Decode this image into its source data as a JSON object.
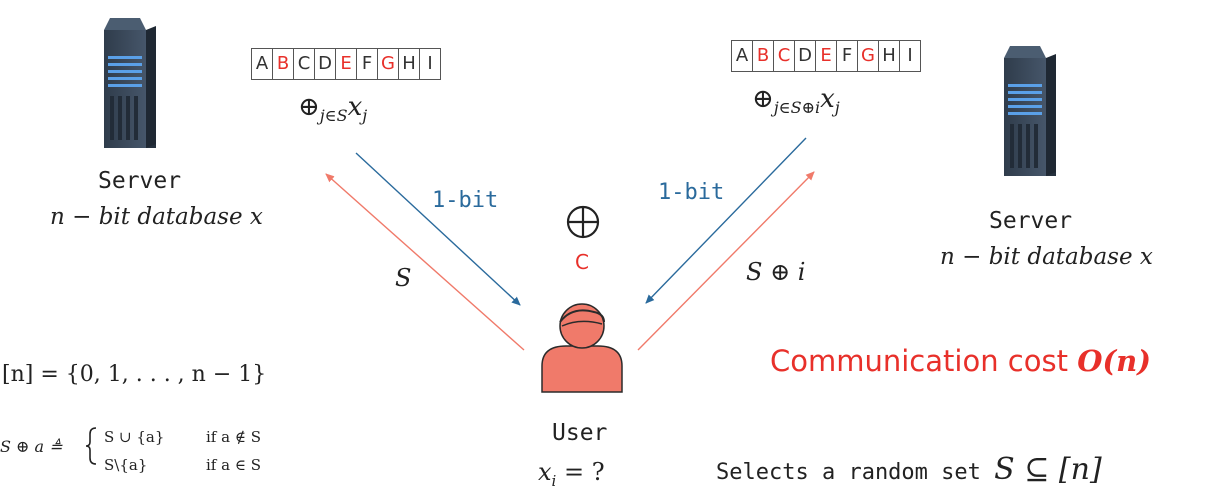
{
  "left_server": {
    "label": "Server",
    "db_label": "n − bit database x",
    "icon": "server-icon"
  },
  "right_server": {
    "label": "Server",
    "db_label": "n − bit database x",
    "icon": "server-icon"
  },
  "left_database": {
    "cells": [
      "A",
      "B",
      "C",
      "D",
      "E",
      "F",
      "G",
      "H",
      "I"
    ],
    "highlighted": [
      false,
      true,
      false,
      false,
      true,
      false,
      true,
      false,
      false
    ],
    "xor_expression": "⊕",
    "xor_subscript": "j∈S",
    "xor_var": "x",
    "xor_var_sub": "j"
  },
  "right_database": {
    "cells": [
      "A",
      "B",
      "C",
      "D",
      "E",
      "F",
      "G",
      "H",
      "I"
    ],
    "highlighted": [
      false,
      true,
      true,
      false,
      true,
      false,
      true,
      false,
      false
    ],
    "xor_expression": "⊕",
    "xor_subscript": "j∈S⊕i",
    "xor_var": "x",
    "xor_var_sub": "j"
  },
  "arrows": {
    "left_response_label": "1-bit",
    "right_response_label": "1-bit",
    "left_query_label": "S",
    "right_query_label": "S ⊕ i"
  },
  "combine": {
    "symbol": "⊕",
    "label": "C"
  },
  "user": {
    "label": "User",
    "query": "x",
    "query_sub": "i",
    "query_rest": " = ?",
    "icon": "user-icon"
  },
  "notes": {
    "range_def": "[n] = {0, 1, . . . , n − 1}",
    "xor_def_left": "S ⊕ a ≜",
    "case1_expr": "S ∪ {a}",
    "case1_cond": "if a ∉ S",
    "case2_expr": "S\\{a}",
    "case2_cond": "if a ∈ S",
    "cost_prefix": "Communication cost ",
    "cost_value": "O(n)",
    "selects_prefix": "Selects a random set ",
    "selects_math": "S ⊆ [n]"
  },
  "colors": {
    "blue_arrow": "#2a6a9c",
    "red_arrow": "#f07a6a",
    "user_fill": "#f07a6a",
    "highlight_red": "#e8302a",
    "server_dark": "#3a4a5c",
    "server_light": "#5aa0e8"
  }
}
